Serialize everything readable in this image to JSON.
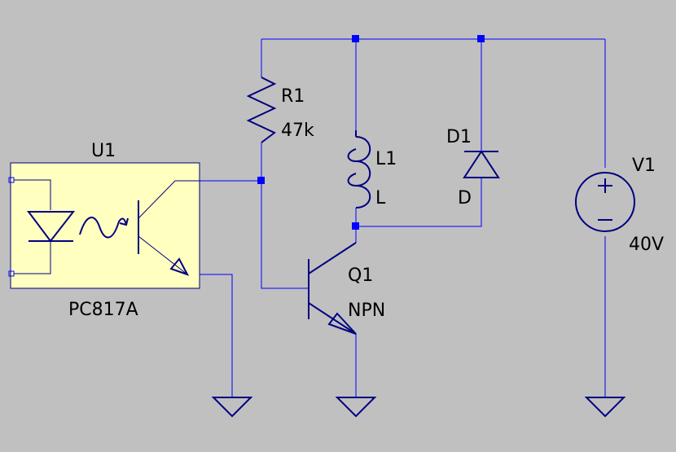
{
  "colors": {
    "background": "#c0c0c0",
    "wire": "#0000ff",
    "symbol": "#000080",
    "optocoupler_body": "#ffffc0",
    "text": "#000000"
  },
  "components": {
    "u1": {
      "ref": "U1",
      "value": "PC817A"
    },
    "r1": {
      "ref": "R1",
      "value": "47k"
    },
    "l1": {
      "ref": "L1",
      "value": "L"
    },
    "d1": {
      "ref": "D1",
      "value": "D"
    },
    "q1": {
      "ref": "Q1",
      "value": "NPN"
    },
    "v1": {
      "ref": "V1",
      "value": "40V"
    }
  }
}
